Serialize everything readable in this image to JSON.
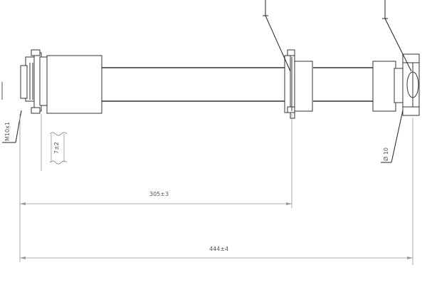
{
  "labels": {
    "thread": "M10x1",
    "hex_size": "7±2",
    "length_mid": "305±3",
    "length_total": "444±4",
    "diameter": "Ø 10"
  },
  "colors": {
    "line": "#333333",
    "dimension": "#999999",
    "text": "#555555",
    "background": "#ffffff"
  }
}
